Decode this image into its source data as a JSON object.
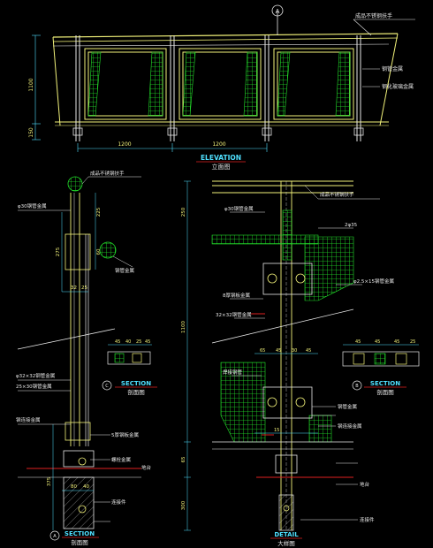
{
  "titles": {
    "elevation_en": "ELEVATION",
    "elevation_cn": "立面图",
    "section_a_en": "SECTION",
    "section_a_cn": "剖面图",
    "section_b_en": "SECTION",
    "section_b_cn": "剖面图",
    "section_c_en": "SECTION",
    "section_c_cn": "剖面图",
    "detail_en": "DETAIL",
    "detail_cn": "大样图"
  },
  "markers": {
    "a": "A",
    "b": "B",
    "c": "C",
    "top": "A"
  },
  "elevation": {
    "dim_width_left": "1200",
    "dim_width_right": "1200",
    "dim_height": "1100",
    "dim_base": "150",
    "label_handrail": "成品不锈钢扶手",
    "label_steel": "钢管金属",
    "label_glass": "钢化玻璃金属"
  },
  "section_a": {
    "label_tube": "φ30钢管金属",
    "label_handrail": "成品不锈钢扶手",
    "label_mid": "钢管金属",
    "label_flat": "φ32×32钢管金属",
    "label_plate": "25×30钢管金属",
    "label_joint": "钢连接金属",
    "label_bolt": "螺栓金属",
    "label_anchor": "地台",
    "label_base": "5厚钢板金属",
    "label_glass": "连接件",
    "dim_1": "225",
    "dim_2": "60",
    "dim_3": "275",
    "dim_4": "32",
    "dim_5": "25",
    "dim_6": "375",
    "dim_7": "80",
    "dim_8": "40"
  },
  "detail": {
    "label_handrail": "成品不锈钢扶手",
    "label_tube": "φ30钢管金属",
    "label_clamp": "2φ35",
    "label_glass": "φ2.5×15钢管金属",
    "label_bolt": "8厚钢板金属",
    "label_plate": "32×32钢管金属",
    "label_weld": "焊接钢管",
    "label_steel": "钢管金属",
    "label_base": "钢连接金属",
    "label_floor": "地台",
    "label_anchor": "连接件",
    "dim_total": "1100",
    "dim_top": "250",
    "dim_mid": "45",
    "dim_a": "65",
    "dim_b": "45",
    "dim_c": "30",
    "dim_bottom": "300",
    "dim_base": "65",
    "dim_side": "15"
  },
  "section_b": {
    "dim_1": "45",
    "dim_2": "45",
    "dim_3": "45",
    "dim_4": "25"
  },
  "section_c": {
    "dim_1": "45",
    "dim_2": "40",
    "dim_3": "25",
    "dim_4": "45"
  },
  "colors": {
    "background": "#000000",
    "line_yellow": "#f2f27a",
    "line_green": "#22e02a",
    "line_cyan": "#4fe0ff",
    "line_red": "#e02020",
    "line_white": "#e8e8e8",
    "line_magenta": "#ff50ff"
  }
}
